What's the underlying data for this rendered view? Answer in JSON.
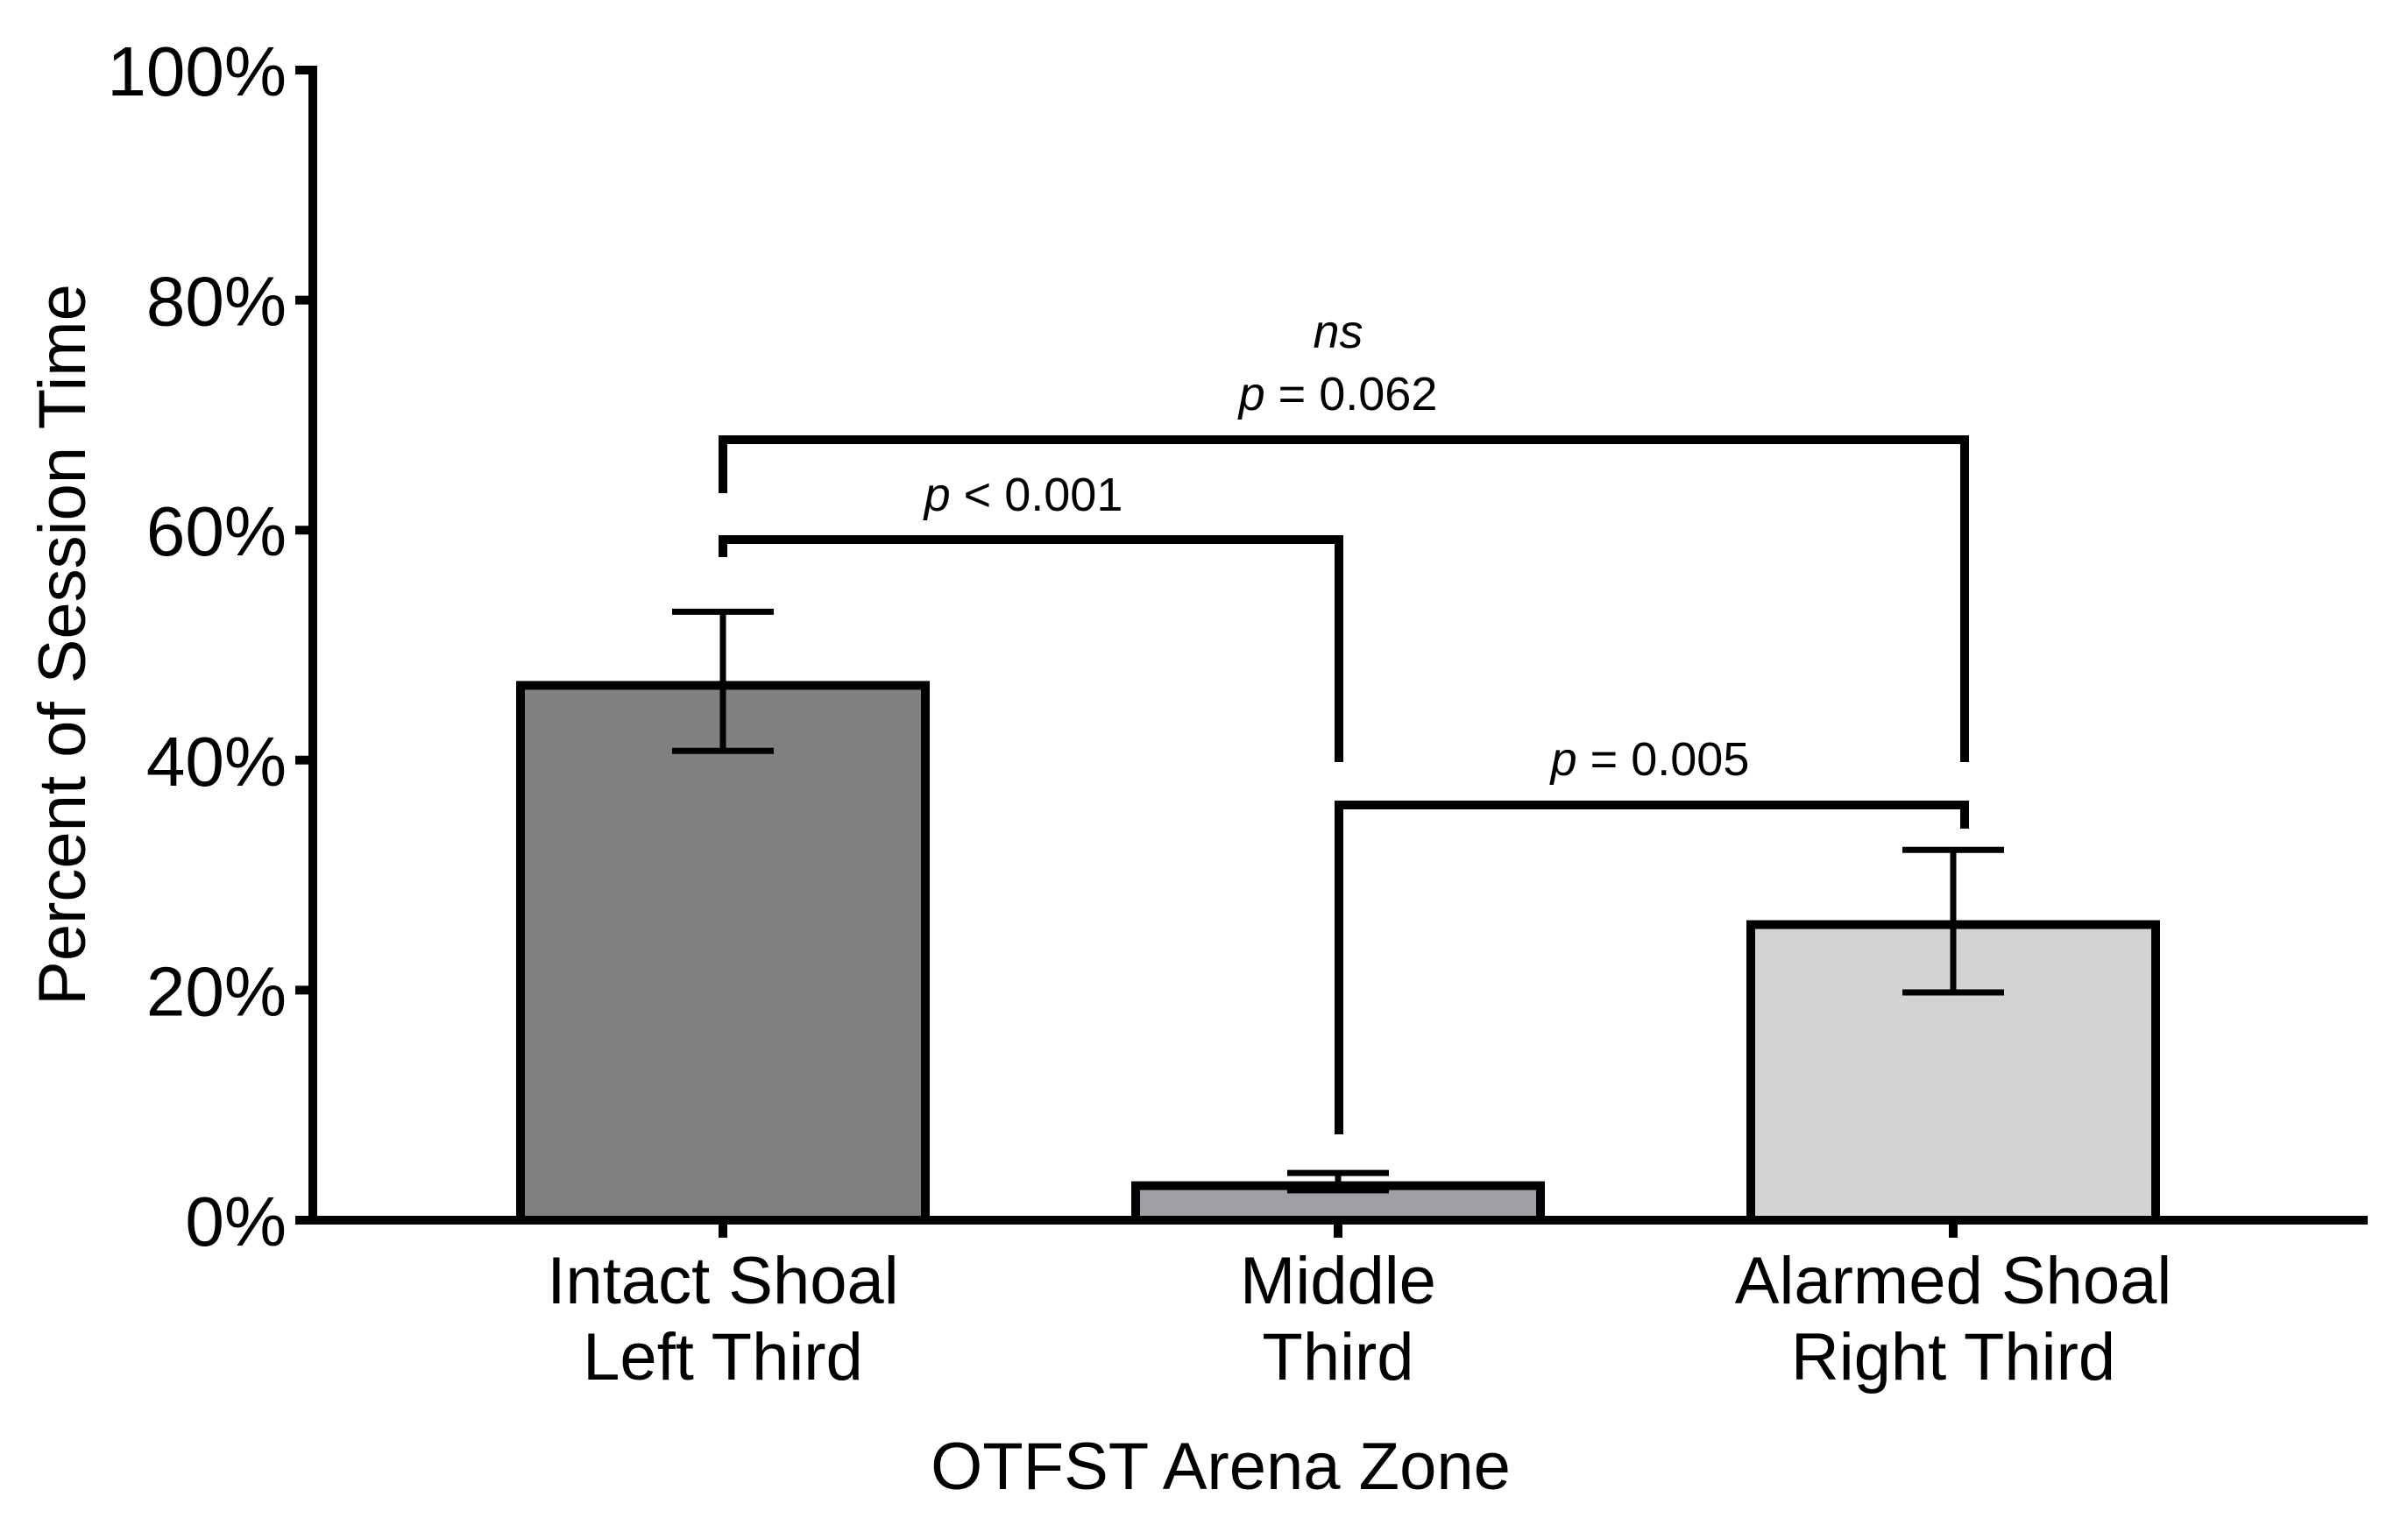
{
  "chart_data": {
    "type": "bar",
    "title": "",
    "xlabel": "OTFST Arena Zone",
    "ylabel": "Percent of Session Time",
    "ylim": [
      0,
      100
    ],
    "yticks": [
      "0%",
      "20%",
      "40%",
      "60%",
      "80%",
      "100%"
    ],
    "ytick_values": [
      0,
      20,
      40,
      60,
      80,
      100
    ],
    "grid": false,
    "legend": null,
    "categories": [
      [
        "Intact Shoal",
        "Left Third"
      ],
      [
        "Middle",
        "Third"
      ],
      [
        "Alarmed Shoal",
        "Right Third"
      ]
    ],
    "values": [
      46.5,
      3.0,
      25.7
    ],
    "error_upper": [
      52.9,
      4.1,
      32.2
    ],
    "error_lower": [
      40.8,
      2.6,
      19.8
    ],
    "bar_colors": [
      "#808080",
      "#a09fa3",
      "#d3d3d3"
    ],
    "annotations": [
      {
        "between": [
          0,
          2
        ],
        "line1": "ns",
        "line2_prefix": "p",
        "line2_rest": " = 0.062"
      },
      {
        "between": [
          0,
          1
        ],
        "line2_prefix": "p",
        "line2_rest": " < 0.001"
      },
      {
        "between": [
          1,
          2
        ],
        "line2_prefix": "p",
        "line2_rest": " = 0.005"
      }
    ]
  }
}
